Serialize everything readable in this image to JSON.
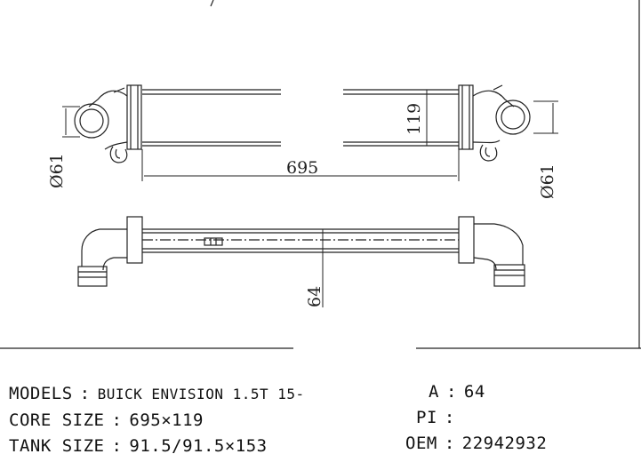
{
  "drawing": {
    "dimensions": {
      "length": "695",
      "core_height": "119",
      "inlet_diameter": "Ø61",
      "outlet_diameter": "Ø61",
      "depth": "64"
    }
  },
  "specs_left": [
    {
      "label": "MODELS",
      "sep": ":",
      "value": "BUICK ENVISION 1.5T 15-"
    },
    {
      "label": "CORE SIZE",
      "sep": ":",
      "value": "695×119"
    },
    {
      "label": "TANK SIZE",
      "sep": ":",
      "value": "91.5/91.5×153"
    }
  ],
  "specs_right": [
    {
      "label": "A",
      "sep": ":",
      "value": "64"
    },
    {
      "label": "PI",
      "sep": ":",
      "value": ""
    },
    {
      "label": "OEM",
      "sep": ":",
      "value": "22942932"
    }
  ]
}
